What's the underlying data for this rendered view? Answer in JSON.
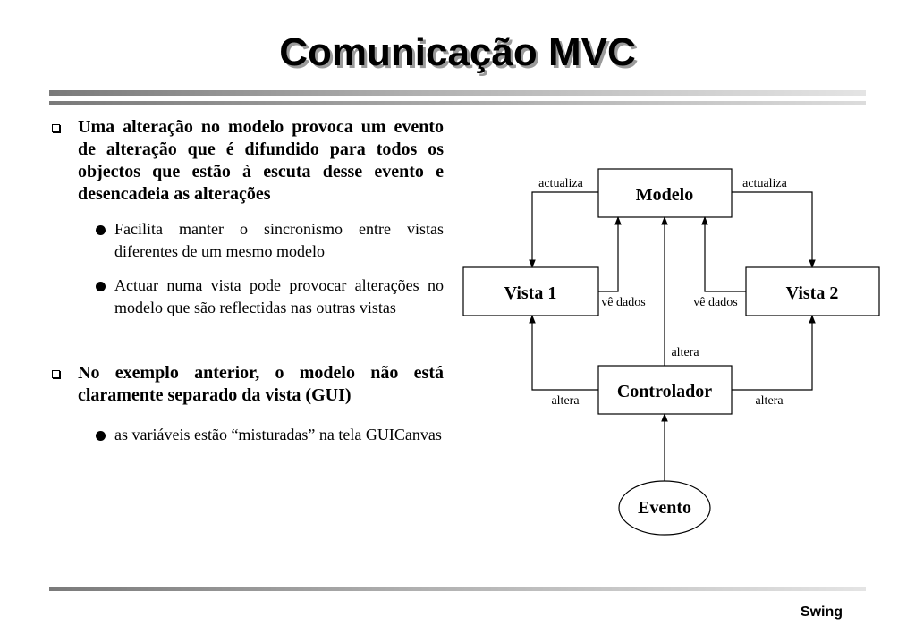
{
  "slide": {
    "title": "Comunicação MVC",
    "footer": "Swing"
  },
  "bullets": [
    {
      "text": "Uma alteração no modelo provoca um evento de alteração que é difundido para todos os objectos que estão à escuta desse evento e desencadeia as alterações",
      "sub": [
        "Facilita manter o sincronismo entre vistas diferentes de um mesmo modelo",
        "Actuar numa vista pode provocar alterações no modelo que são reflectidas nas outras vistas"
      ]
    },
    {
      "text": "No exemplo anterior, o modelo não está claramente separado da vista (GUI)",
      "sub": [
        "as variáveis estão “misturadas” na tela GUICanvas"
      ]
    }
  ],
  "diagram": {
    "nodes": {
      "modelo": "Modelo",
      "vista1": "Vista 1",
      "vista2": "Vista 2",
      "controlador": "Controlador",
      "evento": "Evento"
    },
    "edges": {
      "actualiza_left": "actualiza",
      "actualiza_right": "actualiza",
      "ve_dados_left": "vê dados",
      "ve_dados_right": "vê dados",
      "altera_center": "altera",
      "altera_left": "altera",
      "altera_right": "altera"
    }
  }
}
